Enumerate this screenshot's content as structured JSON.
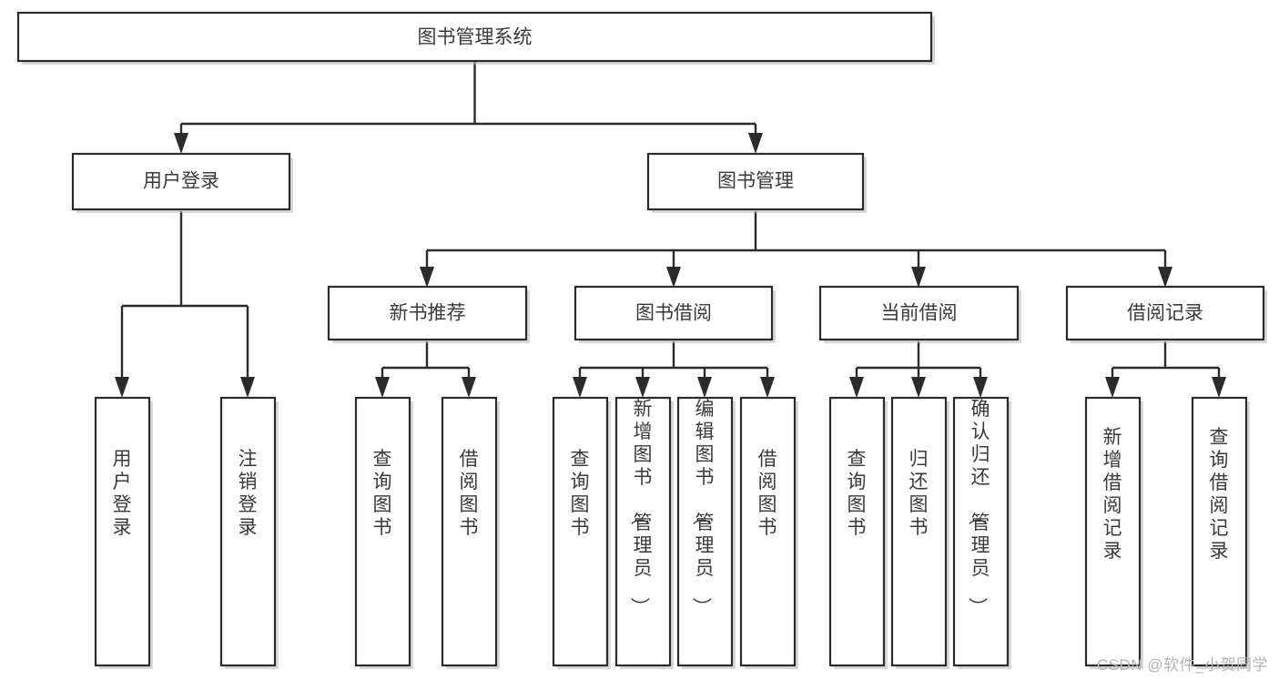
{
  "diagram": {
    "title": "图书管理系统",
    "type": "tree",
    "watermark": "CSDN @软件_小贺同学",
    "colors": {
      "stroke": "#2b2b2b",
      "fill": "#ffffff",
      "text": "#3a3a3a",
      "shadow": "#b9b9b9",
      "watermark": "#b4b4b4"
    },
    "levels": {
      "root": {
        "label": "图书管理系统"
      },
      "level1": [
        {
          "id": "user-login",
          "label": "用户登录"
        },
        {
          "id": "book-manage",
          "label": "图书管理"
        }
      ],
      "level2": [
        {
          "id": "new-book-recommend",
          "label": "新书推荐",
          "parent": "book-manage"
        },
        {
          "id": "book-borrow",
          "label": "图书借阅",
          "parent": "book-manage"
        },
        {
          "id": "current-borrow",
          "label": "当前借阅",
          "parent": "book-manage"
        },
        {
          "id": "borrow-record",
          "label": "借阅记录",
          "parent": "book-manage"
        }
      ],
      "leaves": [
        {
          "id": "leaf-user-login",
          "label": "用户登录",
          "parent": "user-login"
        },
        {
          "id": "leaf-logout-login",
          "label": "注销登录",
          "parent": "user-login"
        },
        {
          "id": "leaf-query-book-1",
          "label": "查询图书",
          "parent": "new-book-recommend"
        },
        {
          "id": "leaf-borrow-book-1",
          "label": "借阅图书",
          "parent": "new-book-recommend"
        },
        {
          "id": "leaf-query-book-2",
          "label": "查询图书",
          "parent": "book-borrow"
        },
        {
          "id": "leaf-add-book",
          "label": "新增图书（管理员）",
          "parent": "book-borrow"
        },
        {
          "id": "leaf-edit-book",
          "label": "编辑图书（管理员）",
          "parent": "book-borrow"
        },
        {
          "id": "leaf-borrow-book-2",
          "label": "借阅图书",
          "parent": "book-borrow"
        },
        {
          "id": "leaf-query-book-3",
          "label": "查询图书",
          "parent": "current-borrow"
        },
        {
          "id": "leaf-return-book",
          "label": "归还图书",
          "parent": "current-borrow"
        },
        {
          "id": "leaf-confirm-return",
          "label": "确认归还（管理员）",
          "parent": "current-borrow"
        },
        {
          "id": "leaf-add-record",
          "label": "新增借阅记录",
          "parent": "borrow-record"
        },
        {
          "id": "leaf-query-record",
          "label": "查询借阅记录",
          "parent": "borrow-record"
        }
      ]
    }
  }
}
